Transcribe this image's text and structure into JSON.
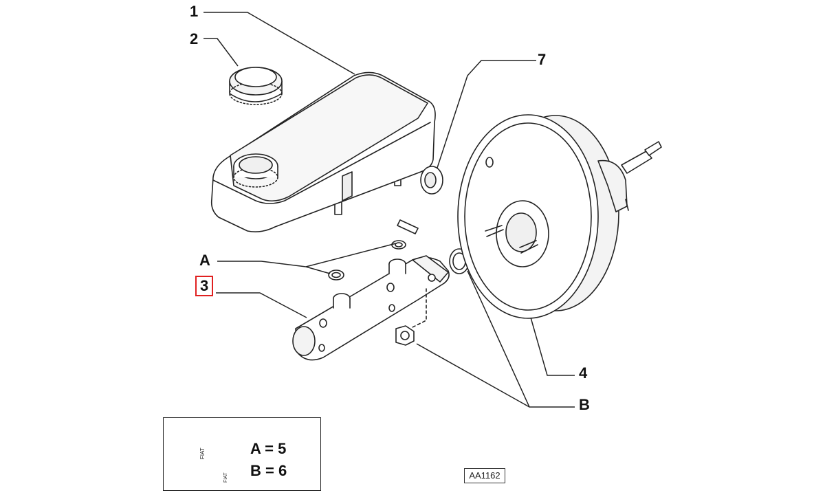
{
  "callouts": {
    "c1": "1",
    "c2": "2",
    "c3": "3",
    "c4": "4",
    "c7": "7",
    "cA": "A",
    "cB": "B"
  },
  "legend": {
    "line_a": "A = 5",
    "line_b": "B = 6",
    "tube_text": "FIAT",
    "box_text": "FIAT"
  },
  "reference_code": "AA1162",
  "colors": {
    "stroke": "#222222",
    "highlight": "#e02020",
    "fill": "#ffffff",
    "shade": "#f2f2f2"
  }
}
